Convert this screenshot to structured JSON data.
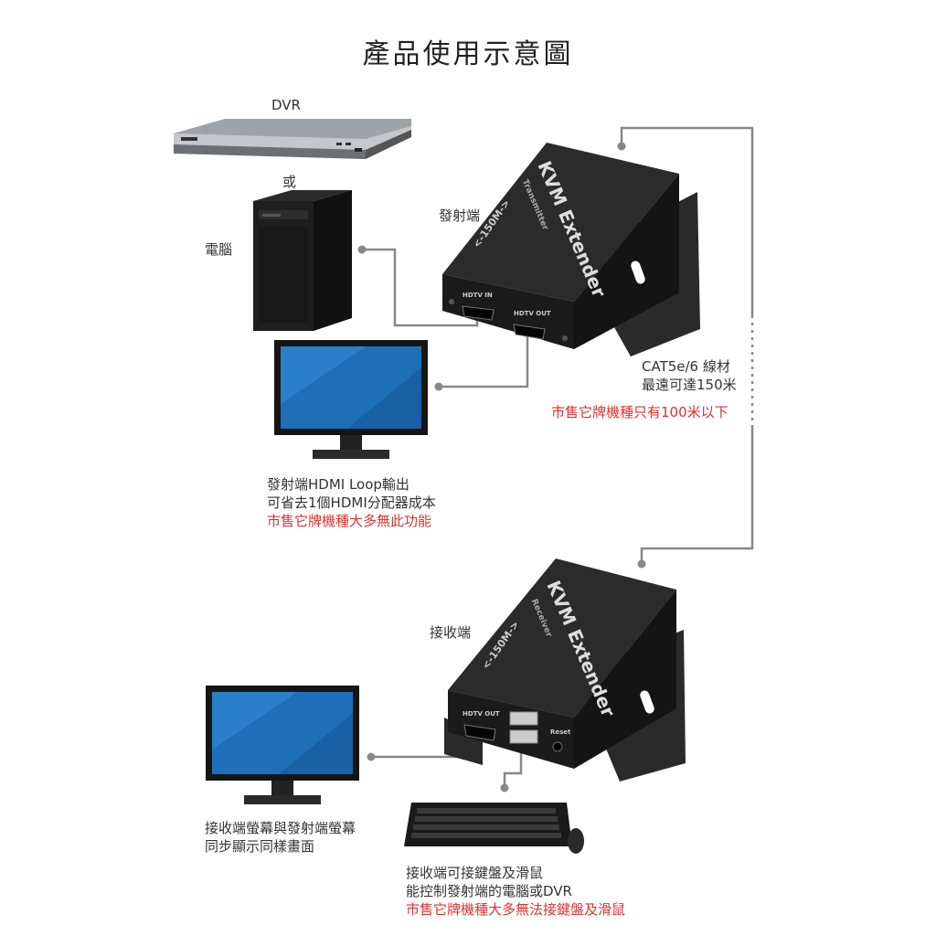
{
  "title": "產品使用示意圖",
  "sources": {
    "dvr_label": "DVR",
    "or_label": "或",
    "pc_label": "電腦"
  },
  "transmitter": {
    "label": "發射端",
    "brand": "KVM Extender",
    "role_text": "Transmitter",
    "range_text": "<-150M->",
    "port_in": "HDTV IN",
    "port_out": "HDTV OUT"
  },
  "receiver": {
    "label": "接收端",
    "brand": "KVM Extender",
    "role_text": "Receiver",
    "range_text": "<-150M->",
    "port_out": "HDTV OUT",
    "reset_text": "Reset"
  },
  "cable_note": {
    "lines": [
      "CAT5e/6 線材",
      "最遠可達150米"
    ],
    "red_line": "市售它牌機種只有100米以下"
  },
  "loop_note": {
    "lines": [
      "發射端HDMI Loop輸出",
      "可省去1個HDMI分配器成本"
    ],
    "red_line": "市售它牌機種大多無此功能"
  },
  "receiver_monitor_note": {
    "lines": [
      "接收端螢幕與發射端螢幕",
      "同步顯示同樣畫面"
    ]
  },
  "keyboard_note": {
    "lines": [
      "接收端可接鍵盤及滑鼠",
      "能控制發射端的電腦或DVR"
    ],
    "red_line": "市售它牌機種大多無法接鍵盤及滑鼠"
  },
  "colors": {
    "wire": "#888888",
    "device": "#1c1c1c",
    "screen": "#1f6fb8",
    "red": "#e03030"
  }
}
